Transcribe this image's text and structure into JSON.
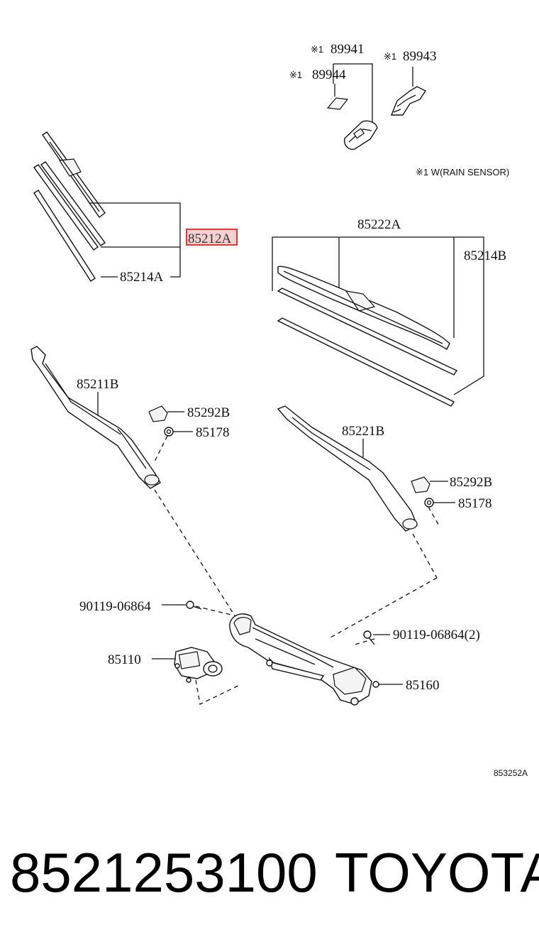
{
  "labels": {
    "p89941": "89941",
    "p89943": "89943",
    "p89944": "89944",
    "mark": "※1",
    "rain_note": "※1 W(RAIN SENSOR)",
    "p85212A": "85212A",
    "p85214A": "85214A",
    "p85222A": "85222A",
    "p85214B": "85214B",
    "p85211B": "85211B",
    "p85292B_left": "85292B",
    "p85178_left": "85178",
    "p85221B": "85221B",
    "p85292B_right": "85292B",
    "p85178_right": "85178",
    "p90119_left": "90119-06864",
    "p90119_right": "90119-06864(2)",
    "p85110": "85110",
    "p85160": "85160"
  },
  "diagram_code": "853252A",
  "footer": {
    "part_number": "8521253100",
    "brand": "TOYOTA"
  },
  "colors": {
    "highlight_border": "#e53935",
    "highlight_fill": "#f6d0d0"
  }
}
